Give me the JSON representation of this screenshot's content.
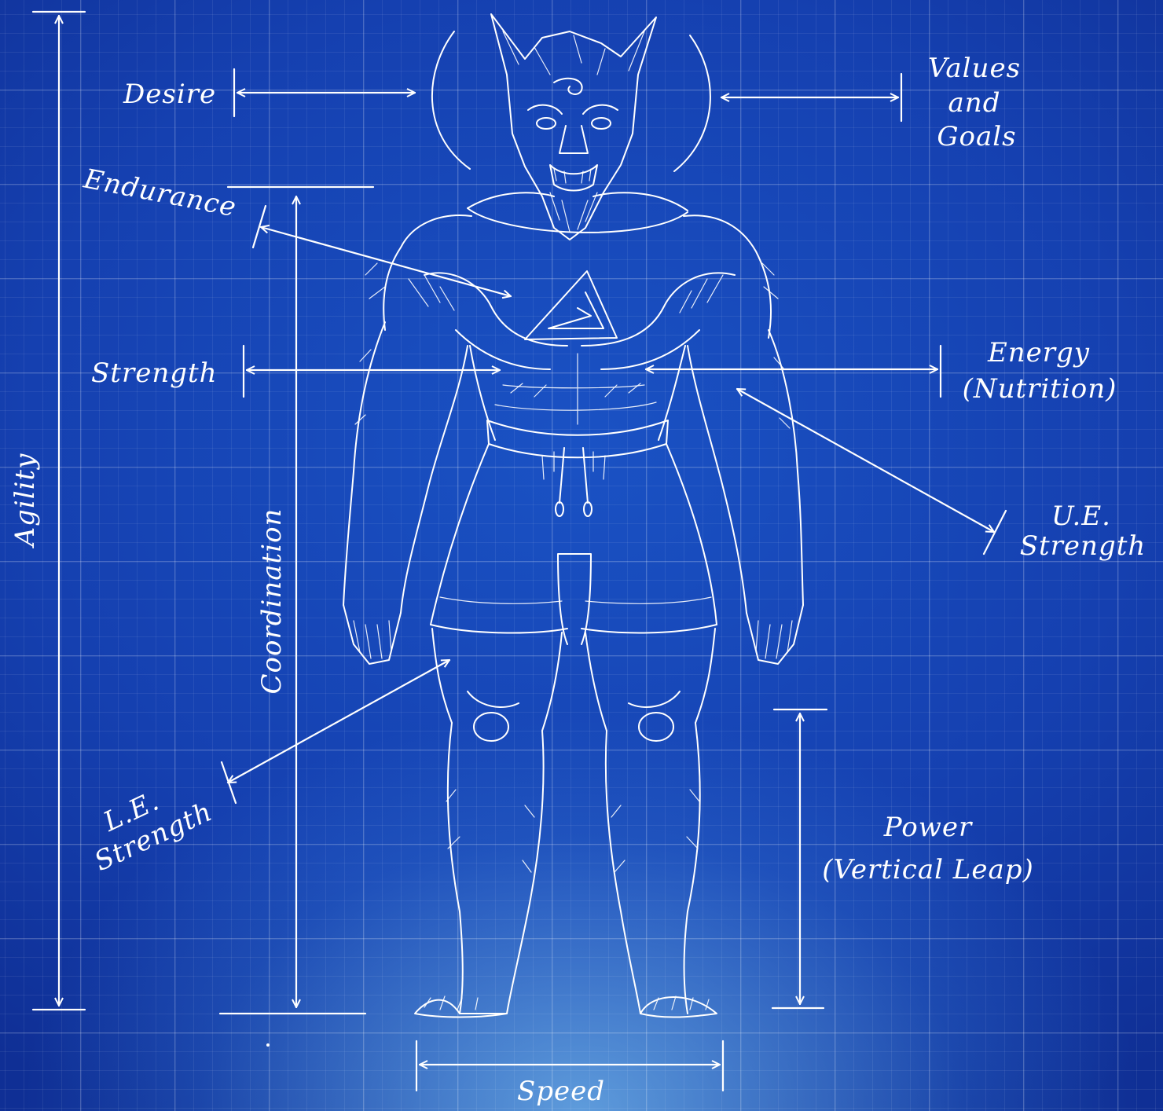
{
  "labels": {
    "desire": "Desire",
    "values_line1": "Values",
    "values_line2": "and",
    "values_line3": "Goals",
    "endurance": "Endurance",
    "strength": "Strength",
    "energy_line1": "Energy",
    "energy_line2": "(Nutrition)",
    "ue_line1": "U.E.",
    "ue_line2": "Strength",
    "agility": "Agility",
    "coordination": "Coordination",
    "le_line1": "L.E.",
    "le_line2": "Strength",
    "power_line1": "Power",
    "power_line2": "(Vertical Leap)",
    "speed": "Speed"
  },
  "colors": {
    "background": "#1540b0",
    "line": "#ffffff"
  },
  "figure": "werewolf-athlete-sketch",
  "emblem": "triangle-logo"
}
